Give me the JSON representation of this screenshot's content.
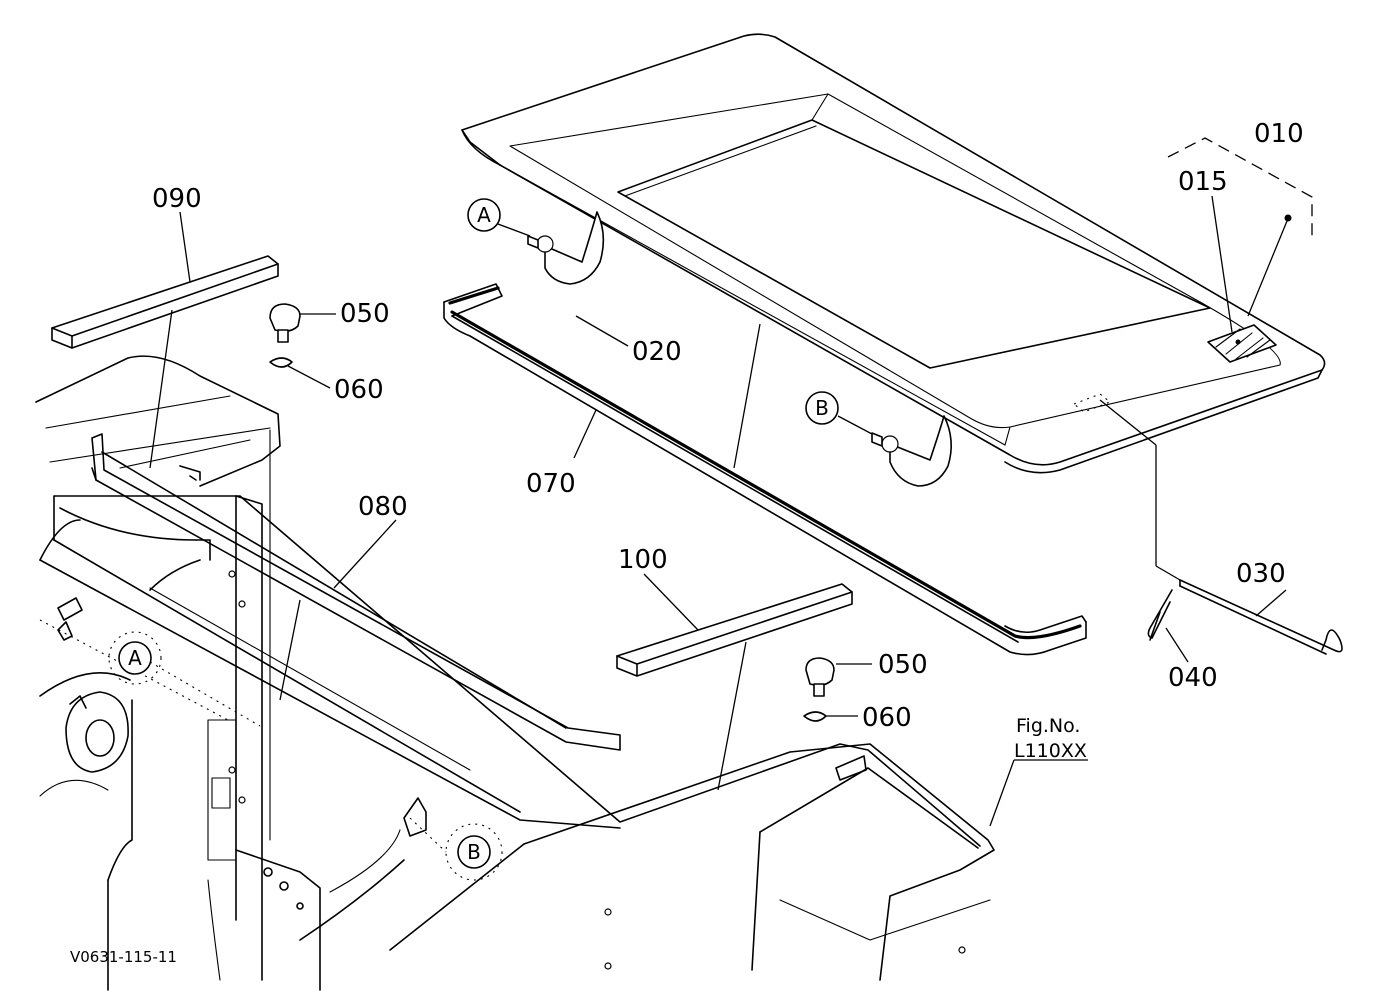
{
  "part_labels": {
    "p010": "010",
    "p015": "015",
    "p020": "020",
    "p030": "030",
    "p040": "040",
    "p050a": "050",
    "p050b": "050",
    "p060a": "060",
    "p060b": "060",
    "p070": "070",
    "p080": "080",
    "p090": "090",
    "p100": "100"
  },
  "callouts": {
    "a_top": "A",
    "b_top": "B",
    "a_bottom": "A",
    "b_bottom": "B"
  },
  "figure": {
    "fig_no_label": "Fig.No.",
    "fig_no": "L110XX"
  },
  "drawing_ref": "V0631-115-11"
}
